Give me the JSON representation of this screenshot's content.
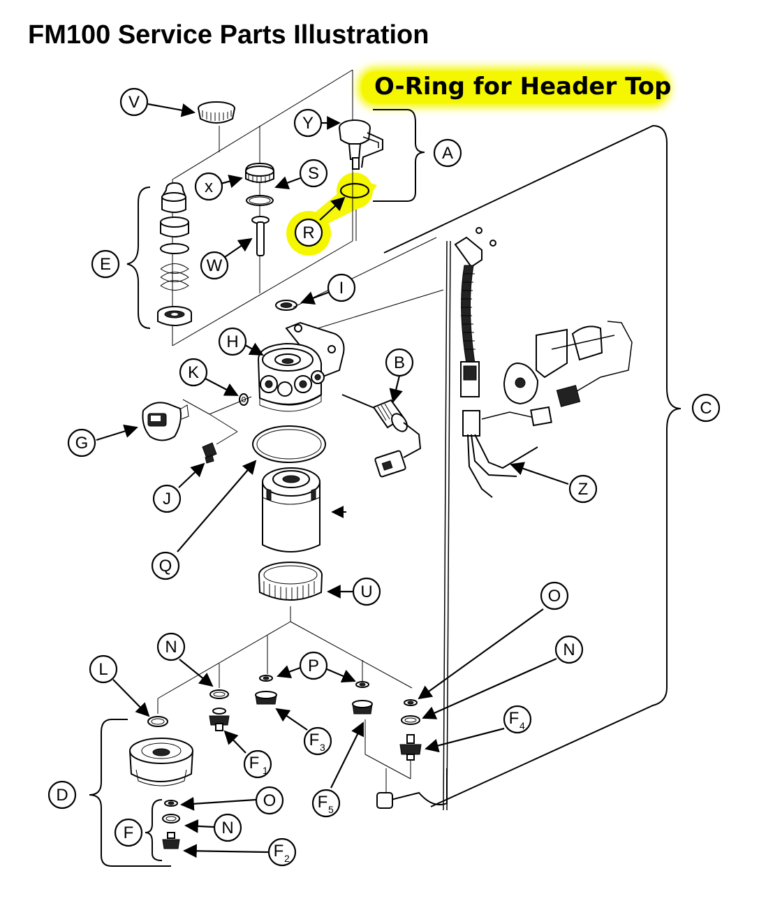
{
  "title": "FM100 Service Parts Illustration",
  "callout": "O-Ring for Header Top",
  "highlight_color": "#f5f700",
  "labels": {
    "V": "V",
    "Y": "Y",
    "A": "A",
    "X": "x",
    "S": "S",
    "R": "R",
    "E": "E",
    "W": "W",
    "I": "I",
    "H": "H",
    "B": "B",
    "K": "K",
    "C": "C",
    "G": "G",
    "Z": "Z",
    "J": "J",
    "Q": "Q",
    "U": "U",
    "N1": "N",
    "O1": "O",
    "P": "P",
    "L": "L",
    "N2": "N",
    "F1": "F",
    "F1_sub": "1",
    "F3": "F",
    "F3_sub": "3",
    "F4": "F",
    "F4_sub": "4",
    "D": "D",
    "F5": "F",
    "F5_sub": "5",
    "O2": "O",
    "N3": "N",
    "F": "F",
    "F2": "F",
    "F2_sub": "2"
  }
}
